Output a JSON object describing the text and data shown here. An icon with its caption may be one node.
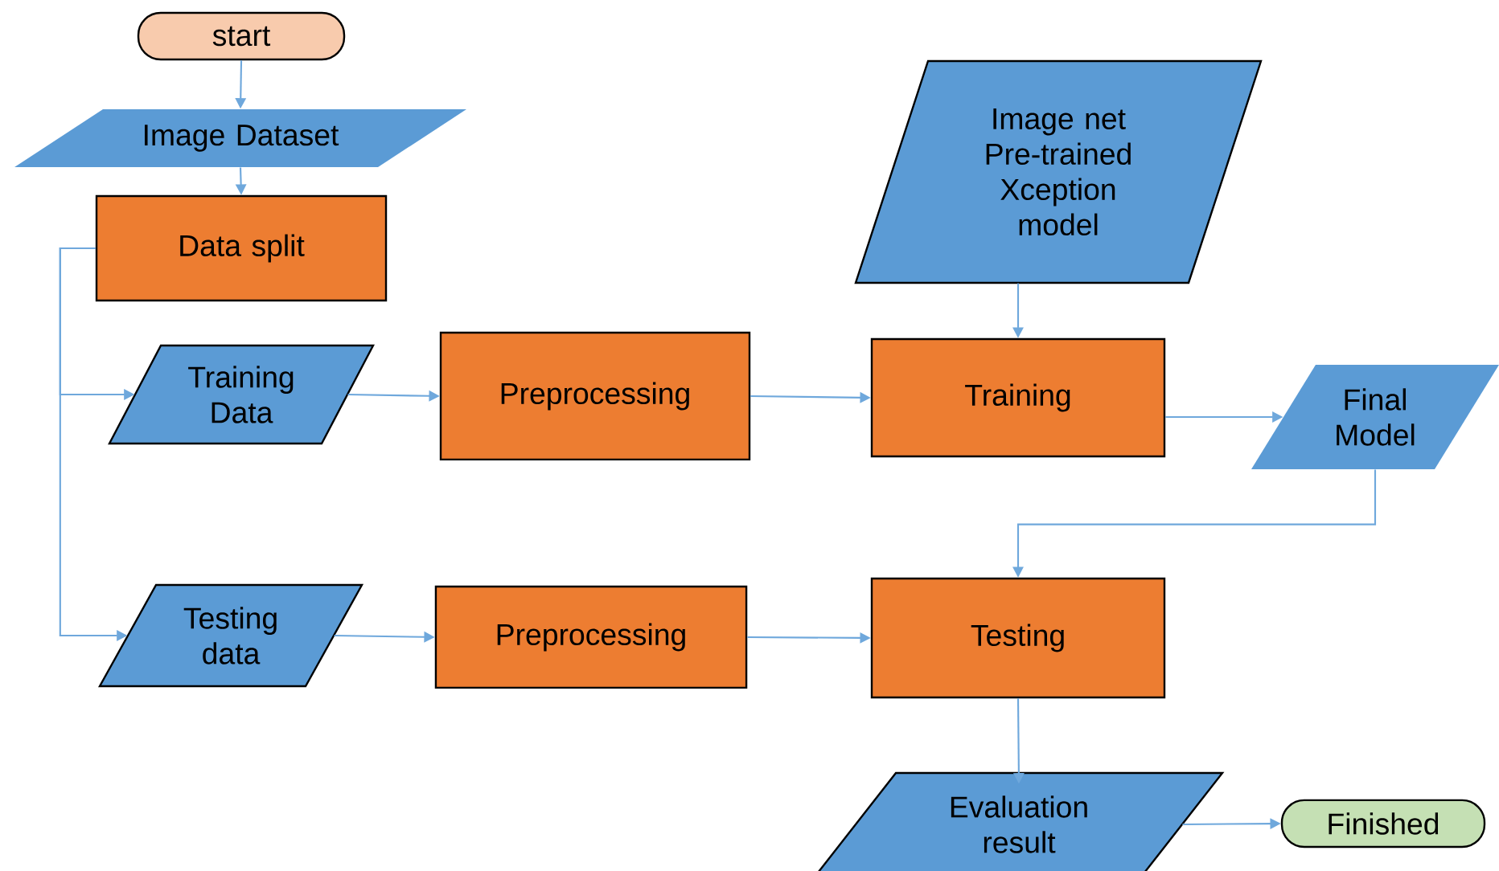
{
  "diagram": {
    "nodes": [
      {
        "text": [
          "start"
        ]
      },
      {
        "text": [
          "Image Dataset"
        ]
      },
      {
        "text": [
          "Data split"
        ]
      },
      {
        "text": [
          "Training Data"
        ]
      },
      {
        "text": [
          "Preprocessing"
        ]
      },
      {
        "text": [
          "Training"
        ]
      },
      {
        "text": [
          "Image net Pre-trained Xception model"
        ]
      },
      {
        "text": [
          "Final Model"
        ]
      },
      {
        "text": [
          "Testing data"
        ]
      },
      {
        "text": [
          "Preprocessing"
        ]
      },
      {
        "text": [
          "Testing"
        ]
      },
      {
        "text": [
          "Evaluation result"
        ]
      },
      {
        "text": [
          "Finished"
        ]
      }
    ],
    "edges": [
      {
        "from": 0,
        "to": 1,
        "arrow": "to"
      },
      {
        "from": 1,
        "to": 2,
        "arrow": "to"
      },
      {
        "from": 2,
        "to": 3,
        "arrow": "to"
      },
      {
        "from": 2,
        "to": 8,
        "arrow": "to"
      },
      {
        "from": 3,
        "to": 4,
        "arrow": "to"
      },
      {
        "from": 4,
        "to": 5,
        "arrow": "to"
      },
      {
        "from": 6,
        "to": 5,
        "arrow": "to"
      },
      {
        "from": 5,
        "to": 7,
        "arrow": "to"
      },
      {
        "from": 7,
        "to": 10,
        "arrow": "to"
      },
      {
        "from": 8,
        "to": 9,
        "arrow": "to"
      },
      {
        "from": 9,
        "to": 10,
        "arrow": "to"
      },
      {
        "from": 10,
        "to": 11,
        "arrow": "to"
      },
      {
        "from": 11,
        "to": 12,
        "arrow": "to"
      }
    ]
  }
}
